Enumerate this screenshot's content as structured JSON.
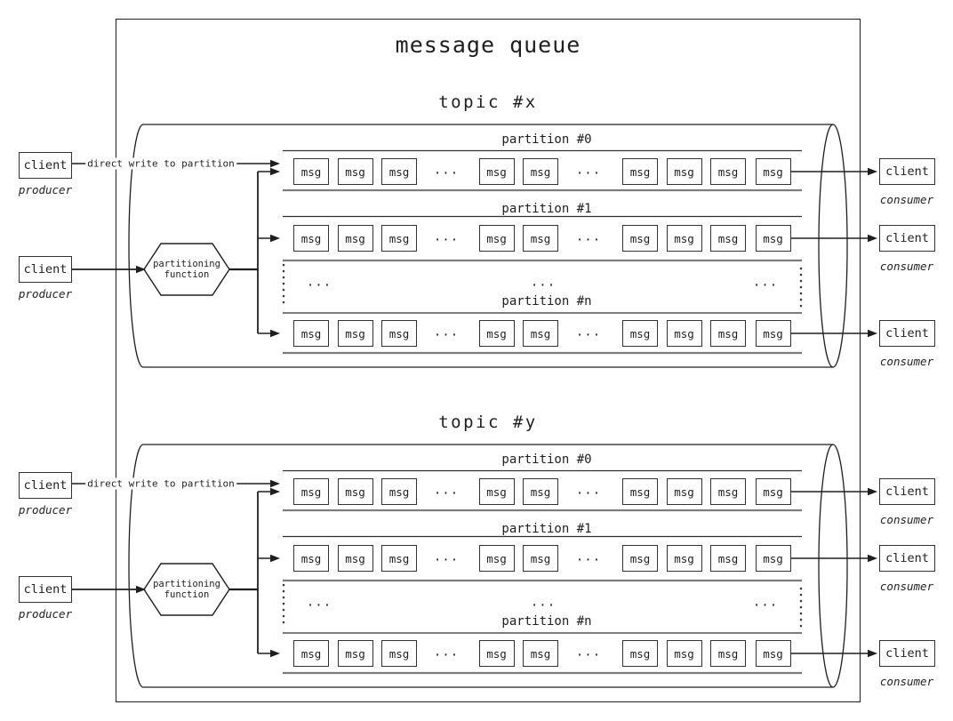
{
  "title": "message queue",
  "topics": [
    {
      "name": "topic #x",
      "partitions": [
        "partition #0",
        "partition #1",
        "partition #n"
      ]
    },
    {
      "name": "topic #y",
      "partitions": [
        "partition #0",
        "partition #1",
        "partition #n"
      ]
    }
  ],
  "labels": {
    "msg": "msg",
    "client": "client",
    "producer": "producer",
    "consumer": "consumer",
    "direct_write": "direct write to partition",
    "partitioning_function_line1": "partitioning",
    "partitioning_function_line2": "function",
    "ellipsis": "..."
  },
  "colors": {
    "ink": "#1f1f1f",
    "soft_line": "#7d7d7d",
    "background": "#ffffff"
  }
}
